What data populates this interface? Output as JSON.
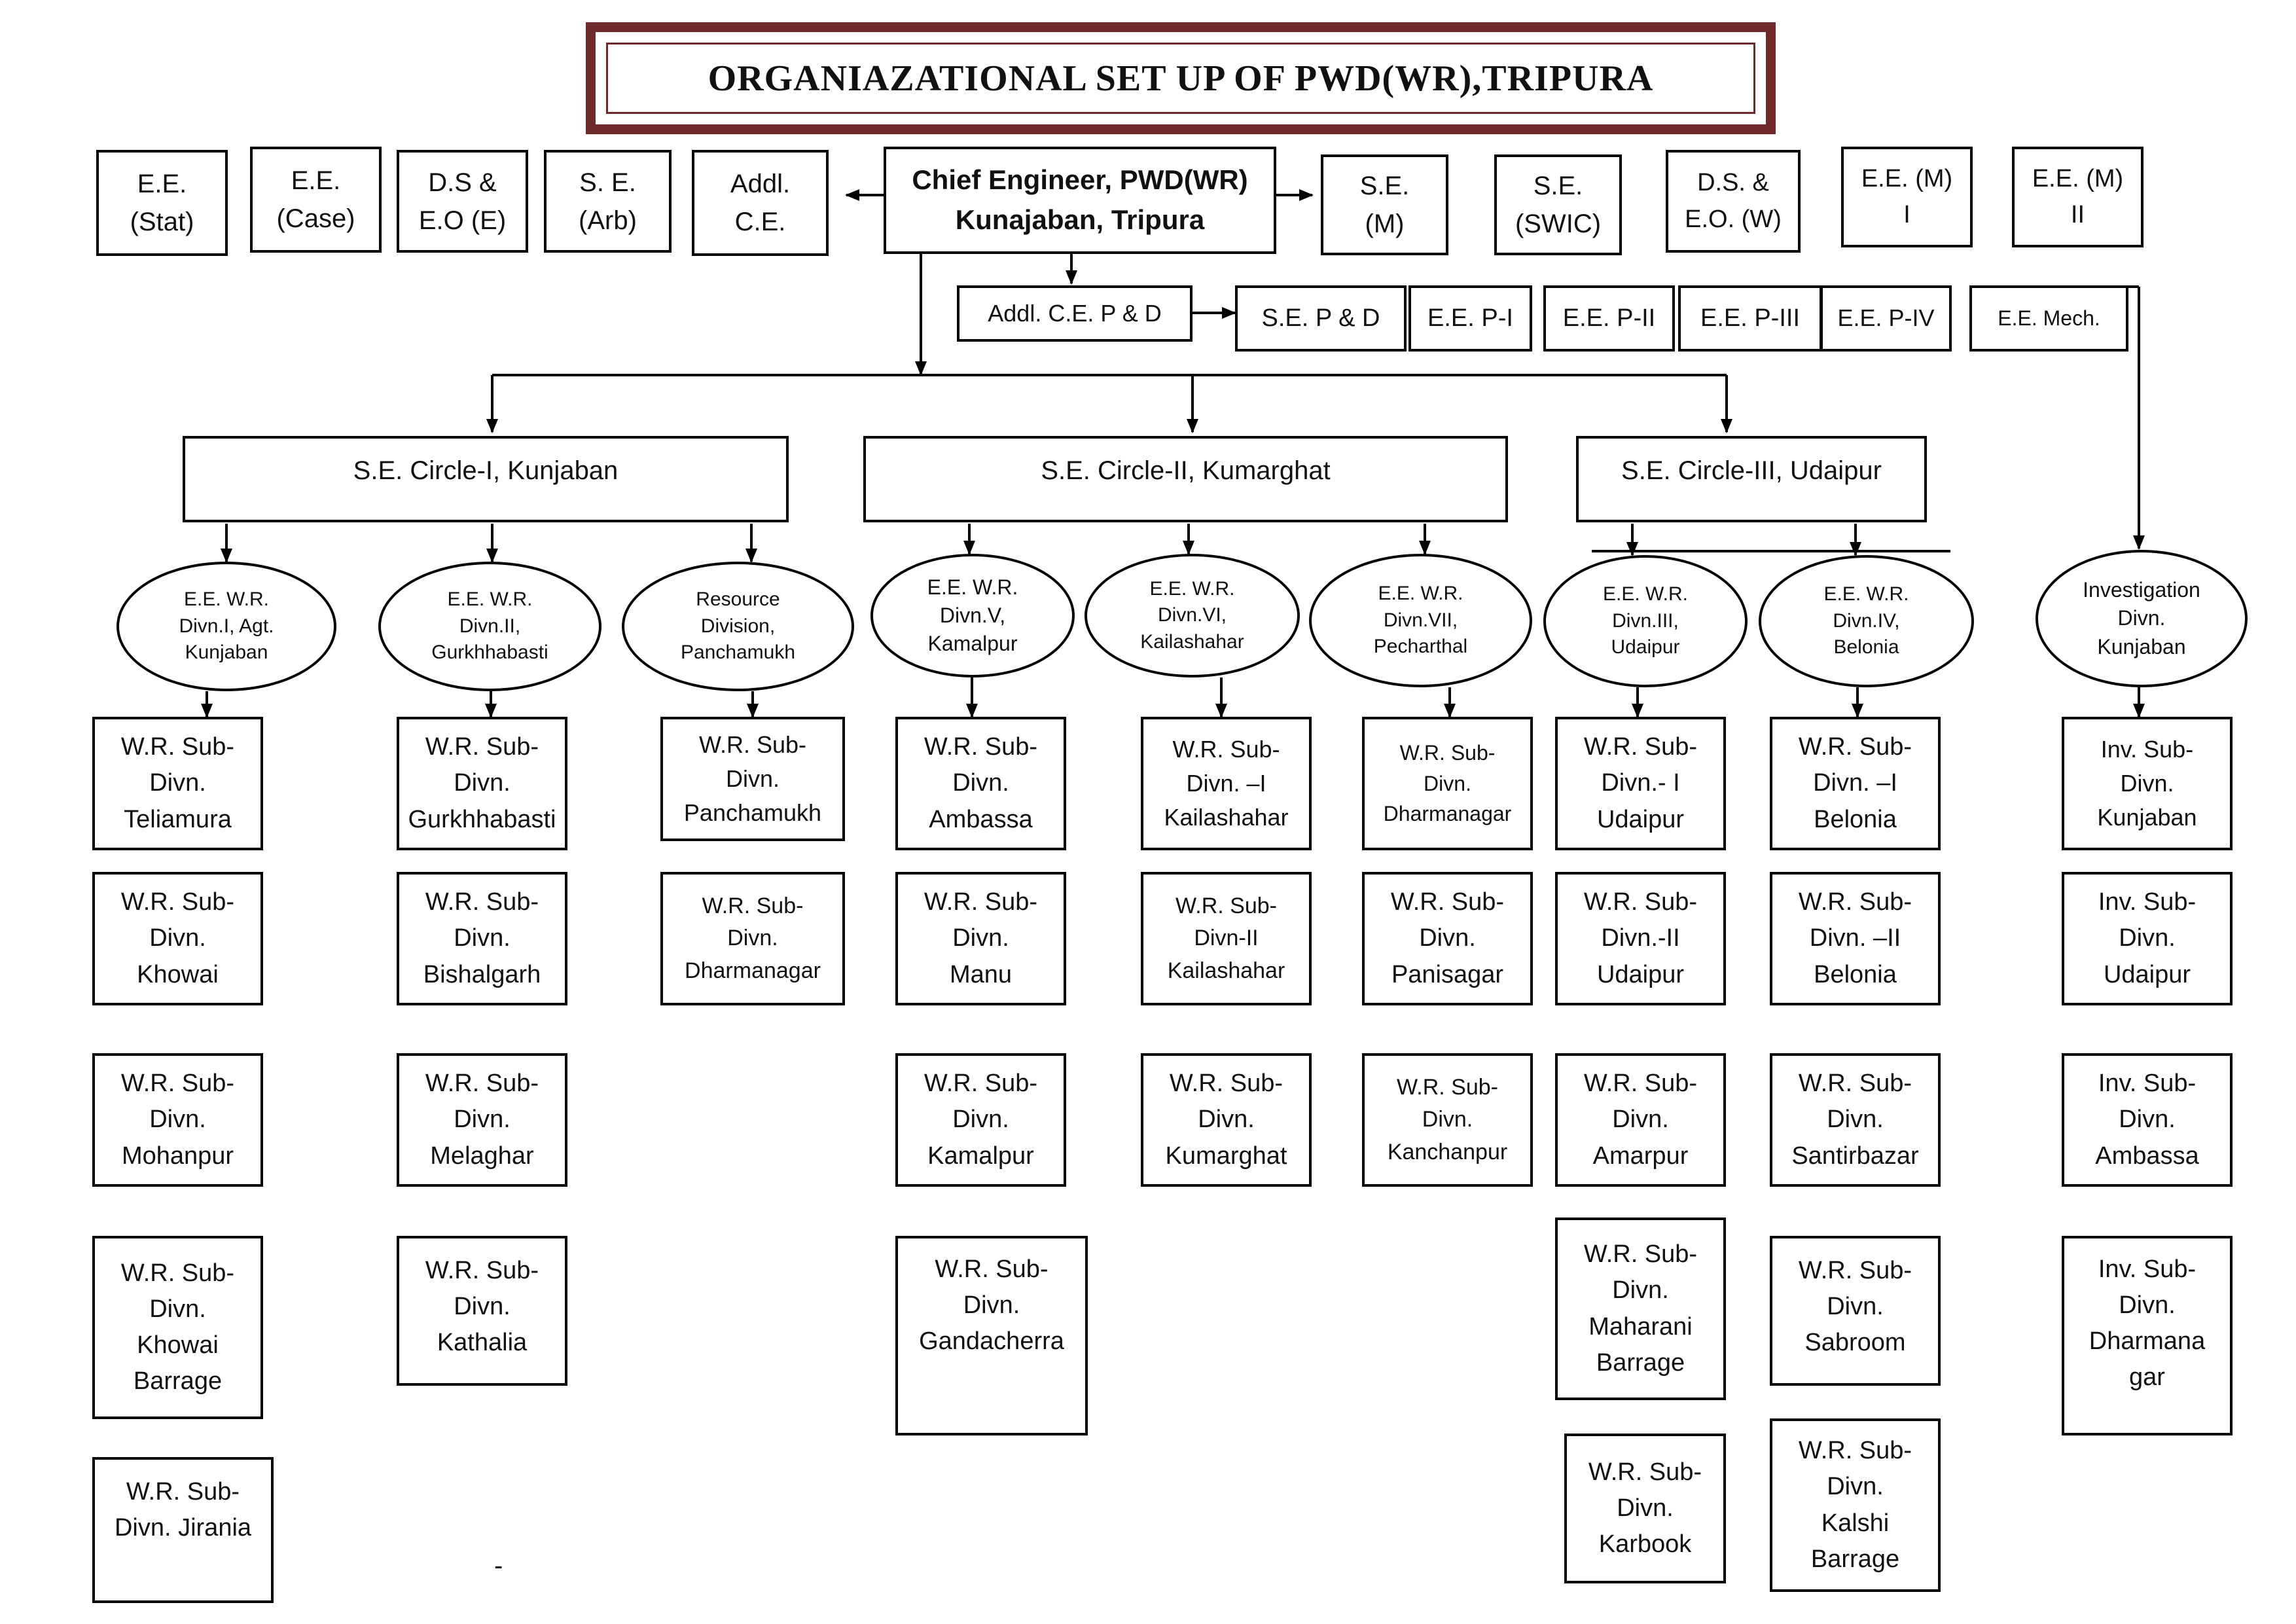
{
  "title": "ORGANIAZATIONAL SET UP OF PWD(WR),TRIPURA",
  "chief": "Chief Engineer, PWD(WR)\nKunajaban, Tripura",
  "left_officers": [
    "E.E.\n(Stat)",
    "E.E.\n(Case)",
    "D.S &\nE.O (E)",
    "S. E.\n(Arb)",
    "Addl.\nC.E."
  ],
  "right_officers": [
    "S.E.\n(M)",
    "S.E.\n(SWIC)",
    "D.S. &\nE.O. (W)",
    "E.E. (M)\nI",
    "E.E. (M)\nII"
  ],
  "pd": {
    "addl": "Addl. C.E. P & D",
    "units": [
      "S.E. P & D",
      "E.E. P-I",
      "E.E. P-II",
      "E.E. P-III",
      "E.E. P-IV",
      "E.E. Mech."
    ]
  },
  "circles": [
    "S.E. Circle-I, Kunjaban",
    "S.E. Circle-II, Kumarghat",
    "S.E. Circle-III, Udaipur"
  ],
  "divisions": [
    "E.E. W.R.\nDivn.I, Agt.\nKunjaban",
    "E.E. W.R.\nDivn.II,\nGurkhhabasti",
    "Resource\nDivision,\nPanchamukh",
    "E.E. W.R.\nDivn.V,\nKamalpur",
    "E.E. W.R.\nDivn.VI,\nKailashahar",
    "E.E. W.R.\nDivn.VII,\nPecharthal",
    "E.E. W.R.\nDivn.III,\nUdaipur",
    "E.E. W.R.\nDivn.IV,\nBelonia",
    "Investigation\nDivn.\nKunjaban"
  ],
  "subdivisions": [
    [
      "W.R. Sub-\nDivn.\nTeliamura",
      "W.R. Sub-\nDivn.\nKhowai",
      "W.R. Sub-\nDivn.\nMohanpur",
      "W.R. Sub-\nDivn.\nKhowai\nBarrage",
      "W.R. Sub-\nDivn. Jirania"
    ],
    [
      "W.R. Sub-\nDivn.\nGurkhhabasti",
      "W.R. Sub-\nDivn.\nBishalgarh",
      "W.R. Sub-\nDivn.\nMelaghar",
      "W.R. Sub-\nDivn.\nKathalia"
    ],
    [
      "W.R. Sub-\nDivn.\nPanchamukh",
      "W.R. Sub-\nDivn.\nDharmanagar"
    ],
    [
      "W.R. Sub-\nDivn.\nAmbassa",
      "W.R. Sub-\nDivn.\nManu",
      "W.R. Sub-\nDivn.\nKamalpur",
      "W.R. Sub-\nDivn.\nGandacherra"
    ],
    [
      "W.R. Sub-\nDivn. –I\nKailashahar",
      "W.R. Sub-\nDivn-II\nKailashahar",
      "W.R. Sub-\nDivn.\nKumarghat"
    ],
    [
      "W.R. Sub-\nDivn.\nDharmanagar",
      "W.R. Sub-\nDivn.\nPanisagar",
      "W.R. Sub-\nDivn.\nKanchanpur"
    ],
    [
      "W.R. Sub-\nDivn.- I\nUdaipur",
      "W.R. Sub-\nDivn.-II\nUdaipur",
      "W.R. Sub-\nDivn.\nAmarpur",
      "W.R. Sub-\nDivn.\nMaharani\nBarrage",
      "W.R. Sub-\nDivn.\nKarbook"
    ],
    [
      "W.R. Sub-\nDivn. –I\nBelonia",
      "W.R. Sub-\nDivn. –II\nBelonia",
      "W.R. Sub-\nDivn.\nSantirbazar",
      "W.R. Sub-\nDivn.\nSabroom",
      "W.R. Sub-\nDivn.\nKalshi\nBarrage"
    ],
    [
      "Inv. Sub-\nDivn.\nKunjaban",
      "Inv. Sub-\nDivn.\nUdaipur",
      "Inv. Sub-\nDivn.\nAmbassa",
      "Inv. Sub-\nDivn.\nDharmana\ngar"
    ]
  ],
  "stray_mark": "-"
}
